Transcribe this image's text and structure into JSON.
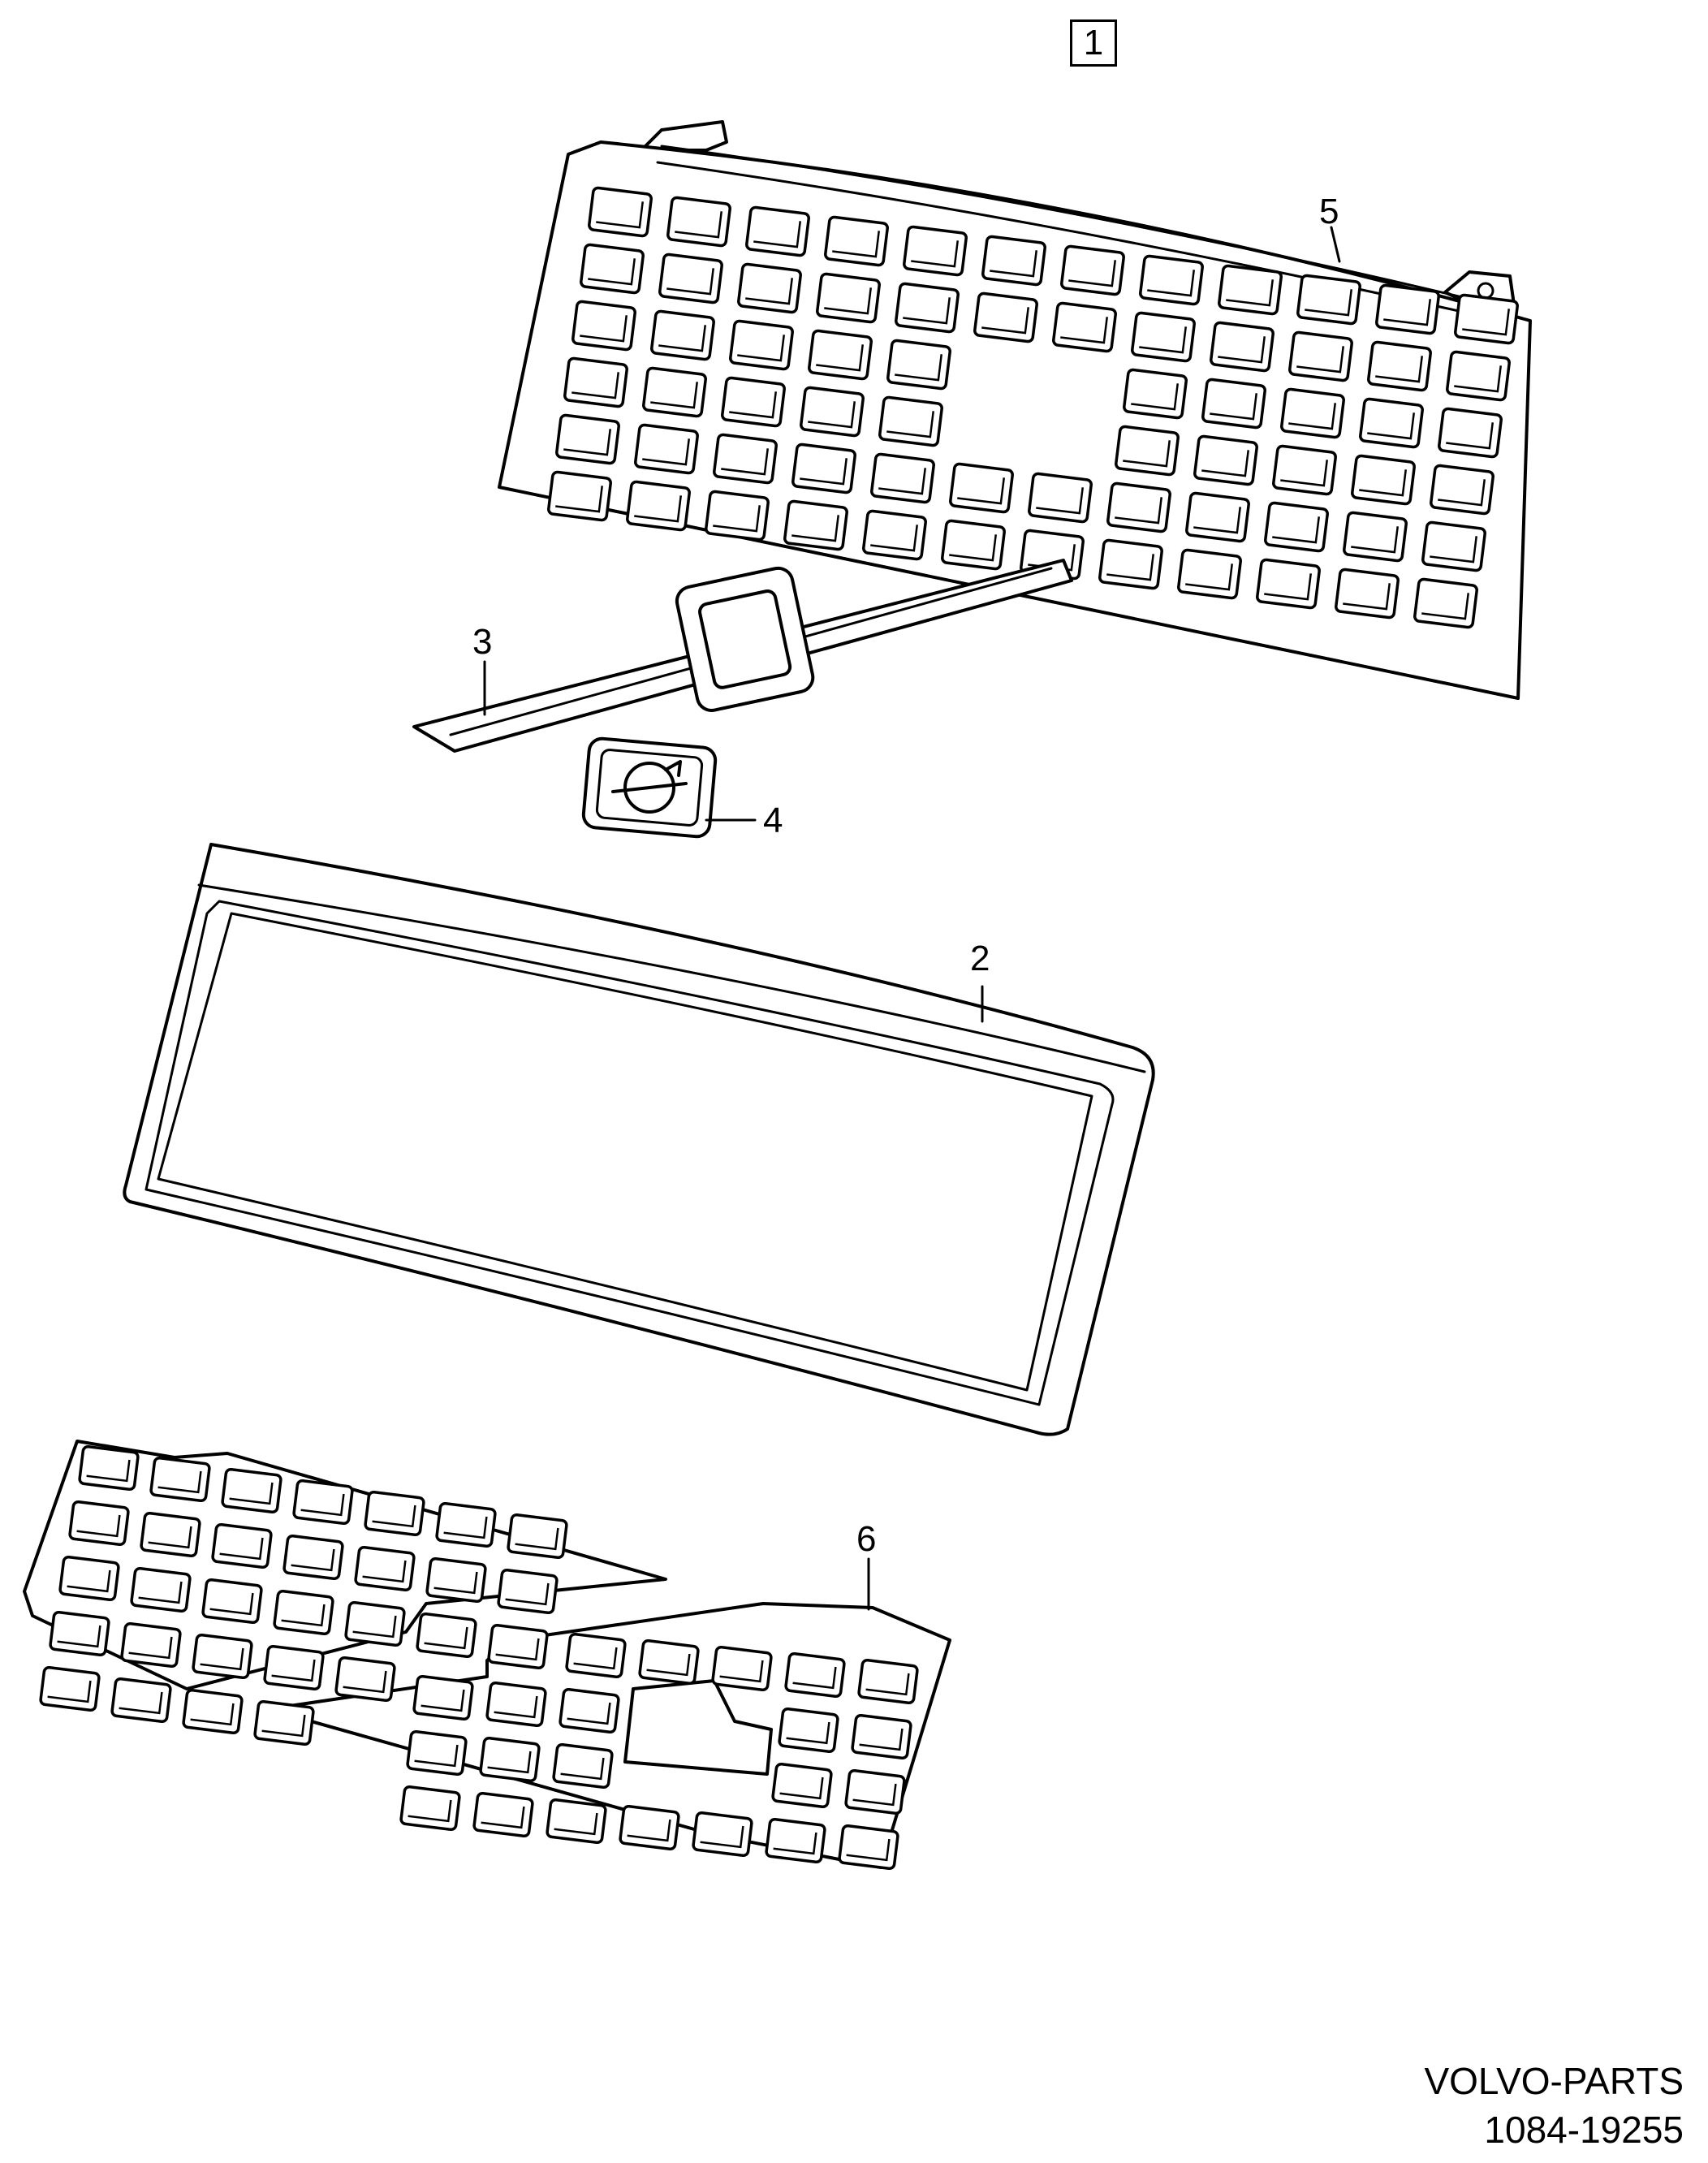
{
  "sheet_number": "1",
  "callouts": [
    {
      "id": "c5",
      "label": "5"
    },
    {
      "id": "c3",
      "label": "3"
    },
    {
      "id": "c4",
      "label": "4"
    },
    {
      "id": "c2",
      "label": "2"
    },
    {
      "id": "c6",
      "label": "6"
    }
  ],
  "footer": {
    "line1": "VOLVO-PARTS",
    "line2": "1084-19255"
  }
}
